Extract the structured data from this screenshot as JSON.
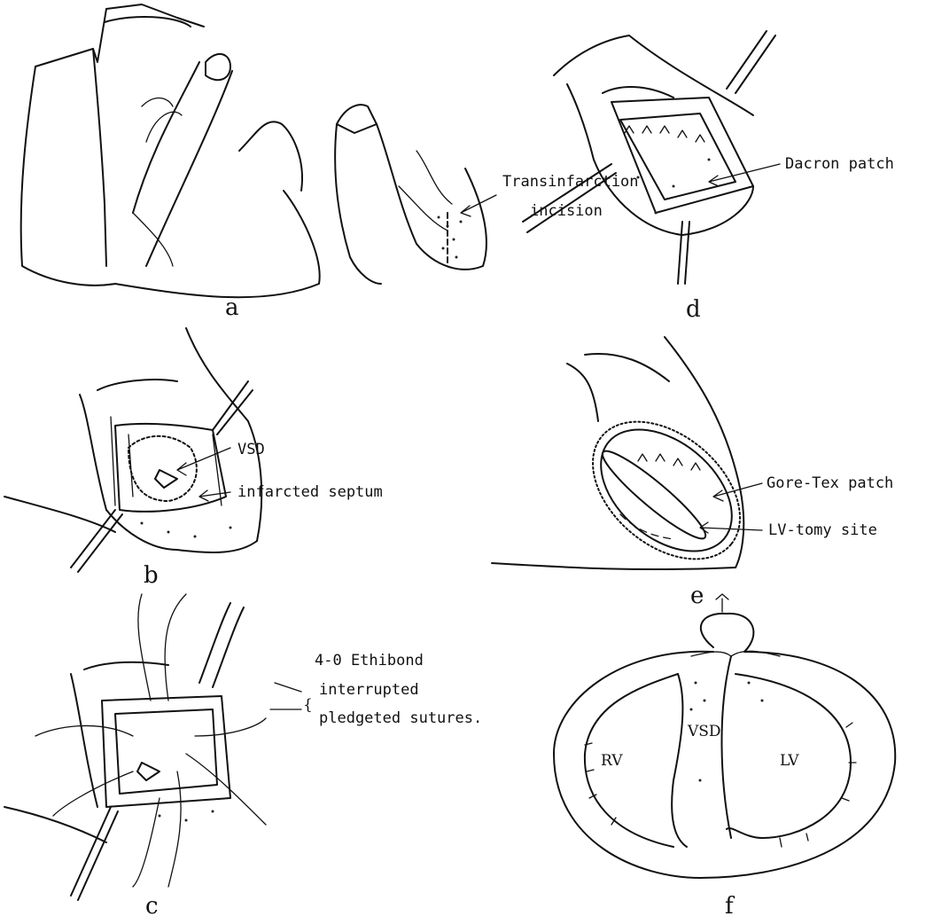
{
  "panels": {
    "a": {
      "letter": "a",
      "label_line1": "Transinfarction",
      "label_line2": "incision"
    },
    "b": {
      "letter": "b",
      "label_vsd": "VSD",
      "label_septum": "infarcted septum"
    },
    "c": {
      "letter": "c",
      "label_line1": "4-0 Ethibond",
      "label_line2": "interrupted",
      "label_line3": "pledgeted sutures."
    },
    "d": {
      "letter": "d",
      "label_patch": "Dacron patch"
    },
    "e": {
      "letter": "e",
      "label_patch": "Gore-Tex patch",
      "label_site": "LV-tomy site"
    },
    "f": {
      "letter": "f",
      "label_rv": "RV",
      "label_vsd": "VSD",
      "label_lv": "LV"
    }
  }
}
